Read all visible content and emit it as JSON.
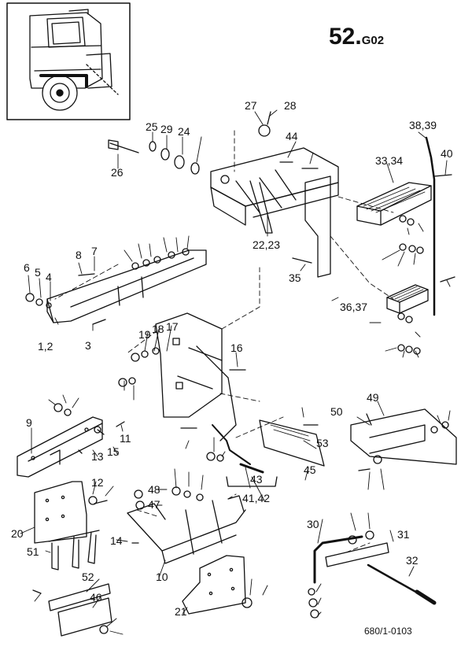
{
  "page": {
    "title_main": "52.",
    "title_sub": "G02",
    "ref_code": "680/1-0103"
  },
  "callouts": [
    "1,2",
    "3",
    "4",
    "5",
    "6",
    "7",
    "8",
    "9",
    "10",
    "11",
    "12",
    "13",
    "14",
    "15",
    "16",
    "17",
    "18",
    "19",
    "20",
    "21",
    "22,23",
    "24",
    "25",
    "26",
    "27",
    "28",
    "29",
    "30",
    "31",
    "32",
    "33,34",
    "35",
    "36,37",
    "38,39",
    "40",
    "41,42",
    "43",
    "44",
    "45",
    "46",
    "47",
    "48",
    "49",
    "50",
    "51",
    "52",
    "53"
  ]
}
